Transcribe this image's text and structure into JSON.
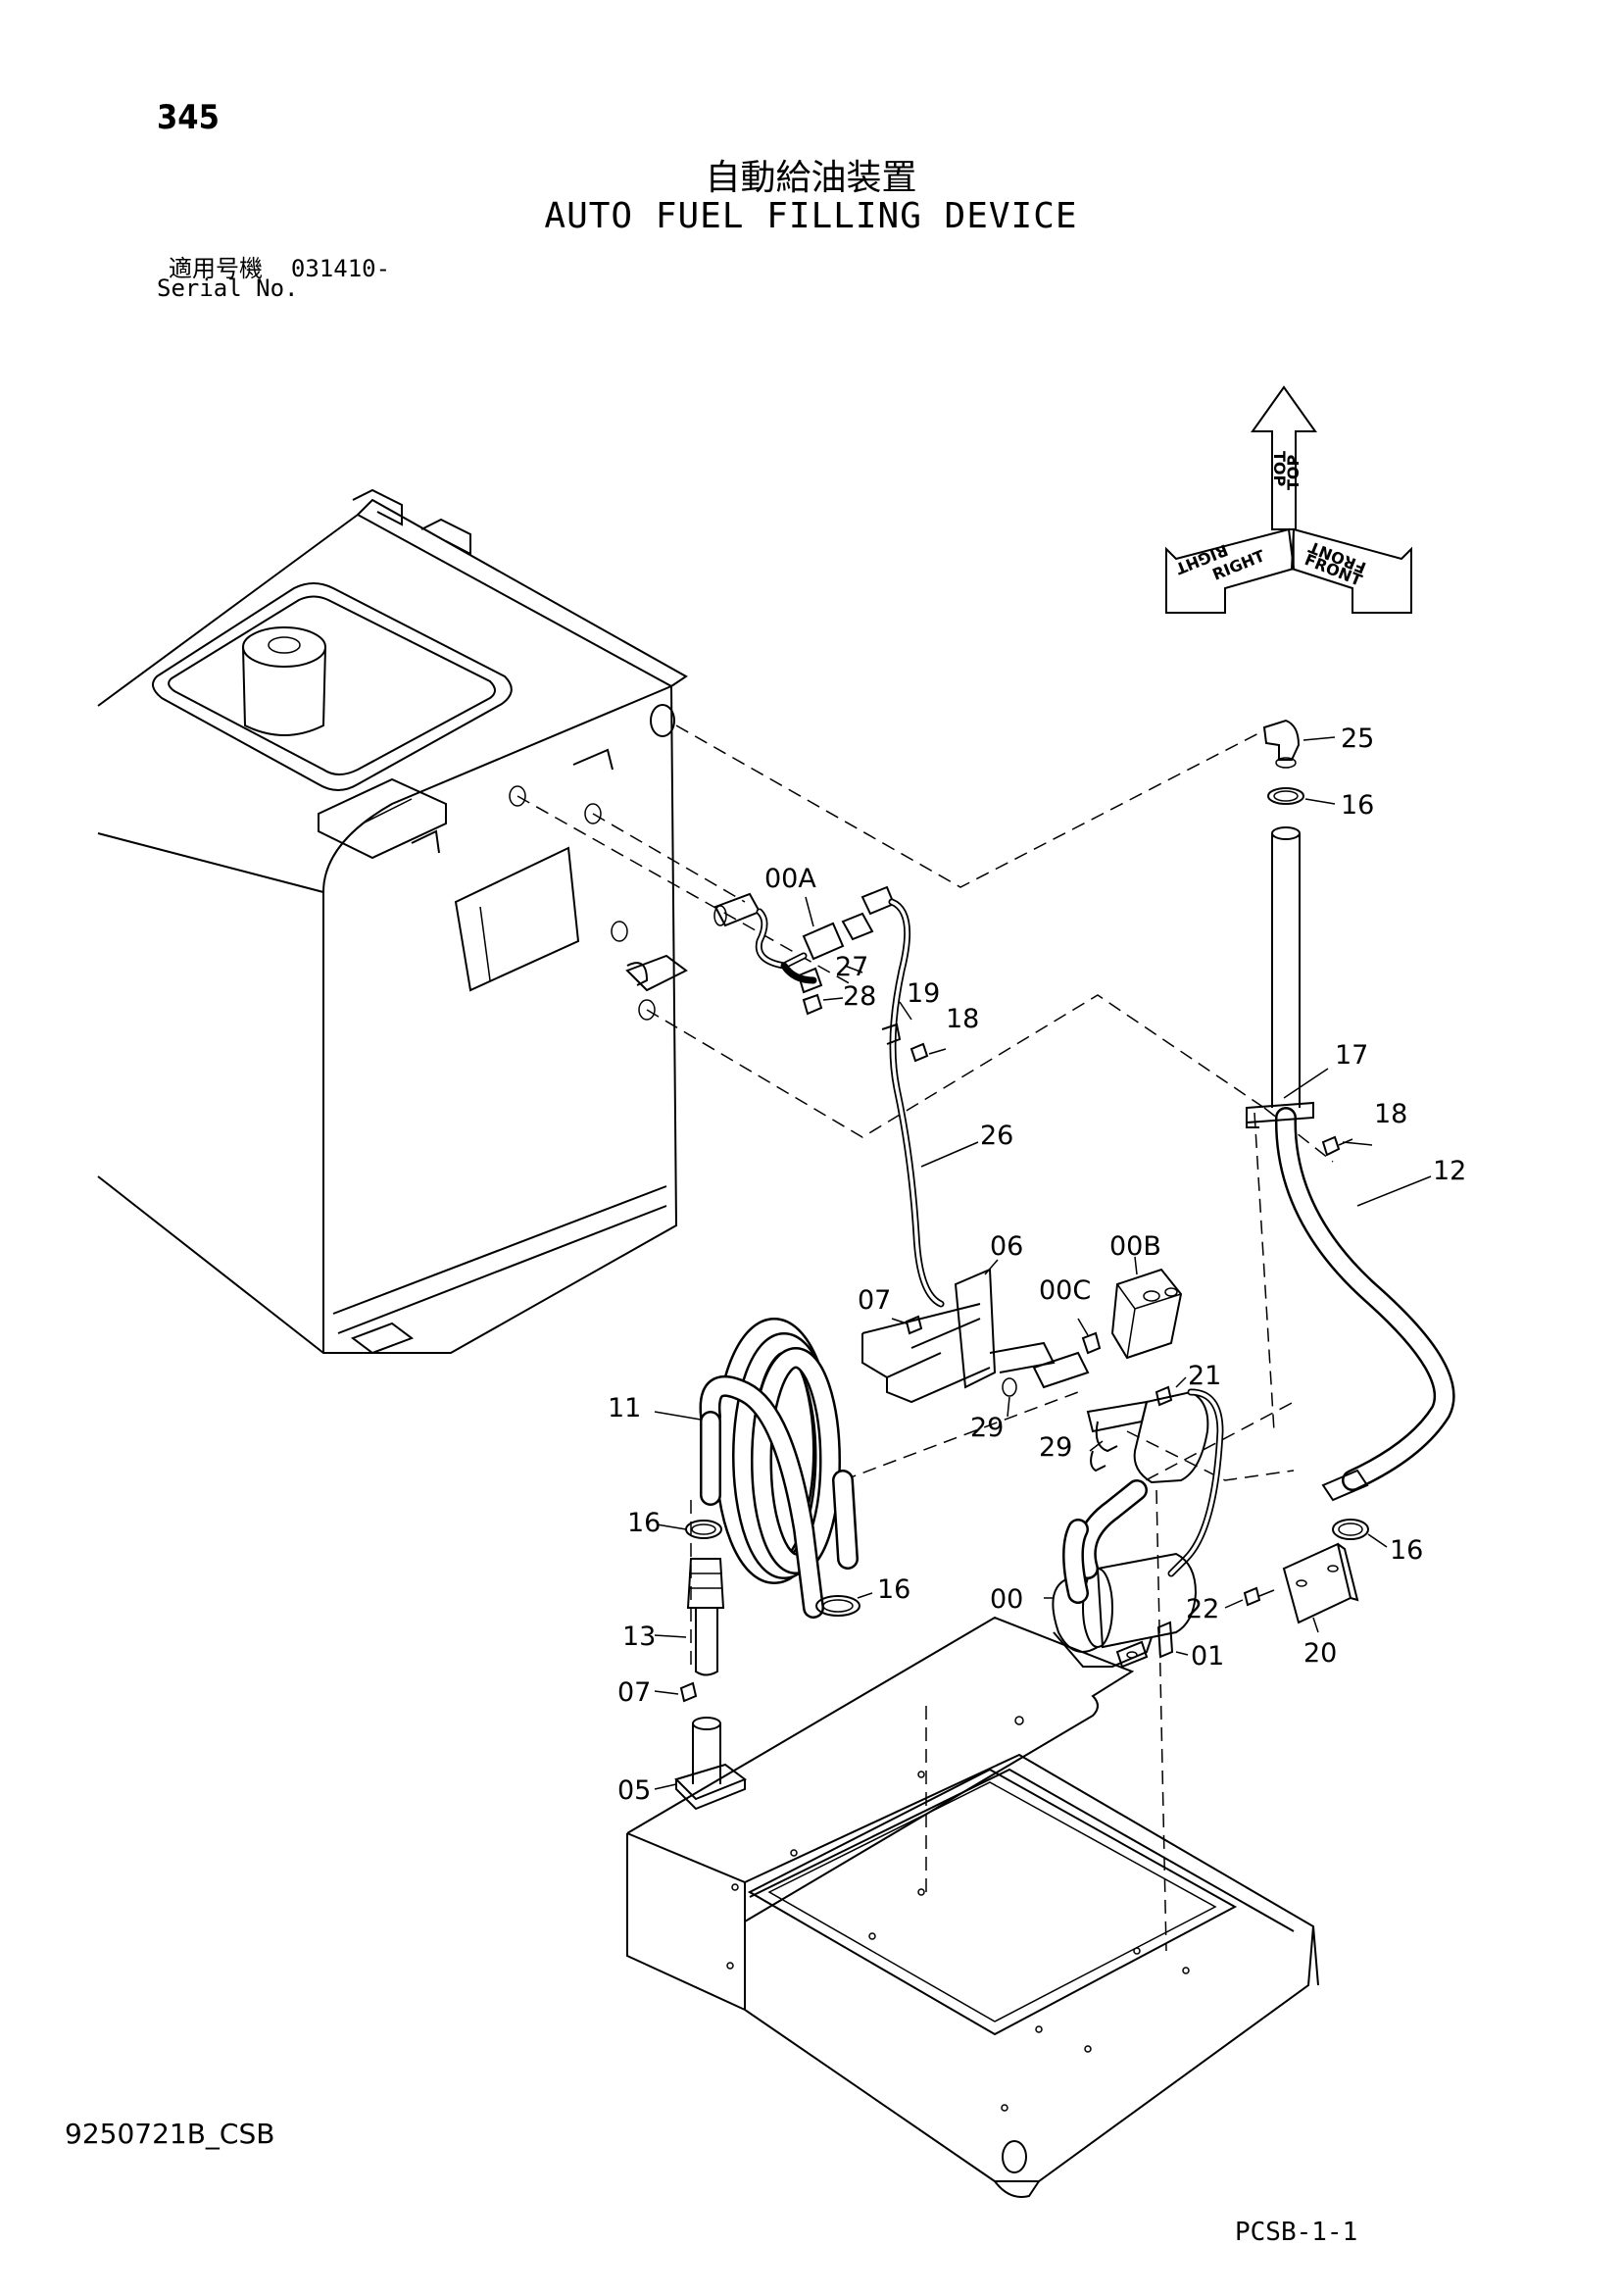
{
  "header": {
    "page_number": "345",
    "title_jp": "自動給油装置",
    "title_en": "AUTO FUEL FILLING DEVICE",
    "serial_label_jp": "適用号機",
    "serial_value": "031410-",
    "serial_label_en": "Serial No."
  },
  "orientation": {
    "top": "TOP",
    "right": "RIGHT",
    "front": "FRONT"
  },
  "callouts": [
    "25",
    "16",
    "00A",
    "27",
    "28",
    "19",
    "18",
    "17",
    "18",
    "12",
    "26",
    "06",
    "00B",
    "07",
    "00C",
    "21",
    "29",
    "29",
    "11",
    "16",
    "16",
    "16",
    "00",
    "22",
    "13",
    "01",
    "20",
    "07",
    "05"
  ],
  "footer": {
    "doc_code": "9250721B_CSB",
    "page_code": "PCSB-1-1"
  }
}
